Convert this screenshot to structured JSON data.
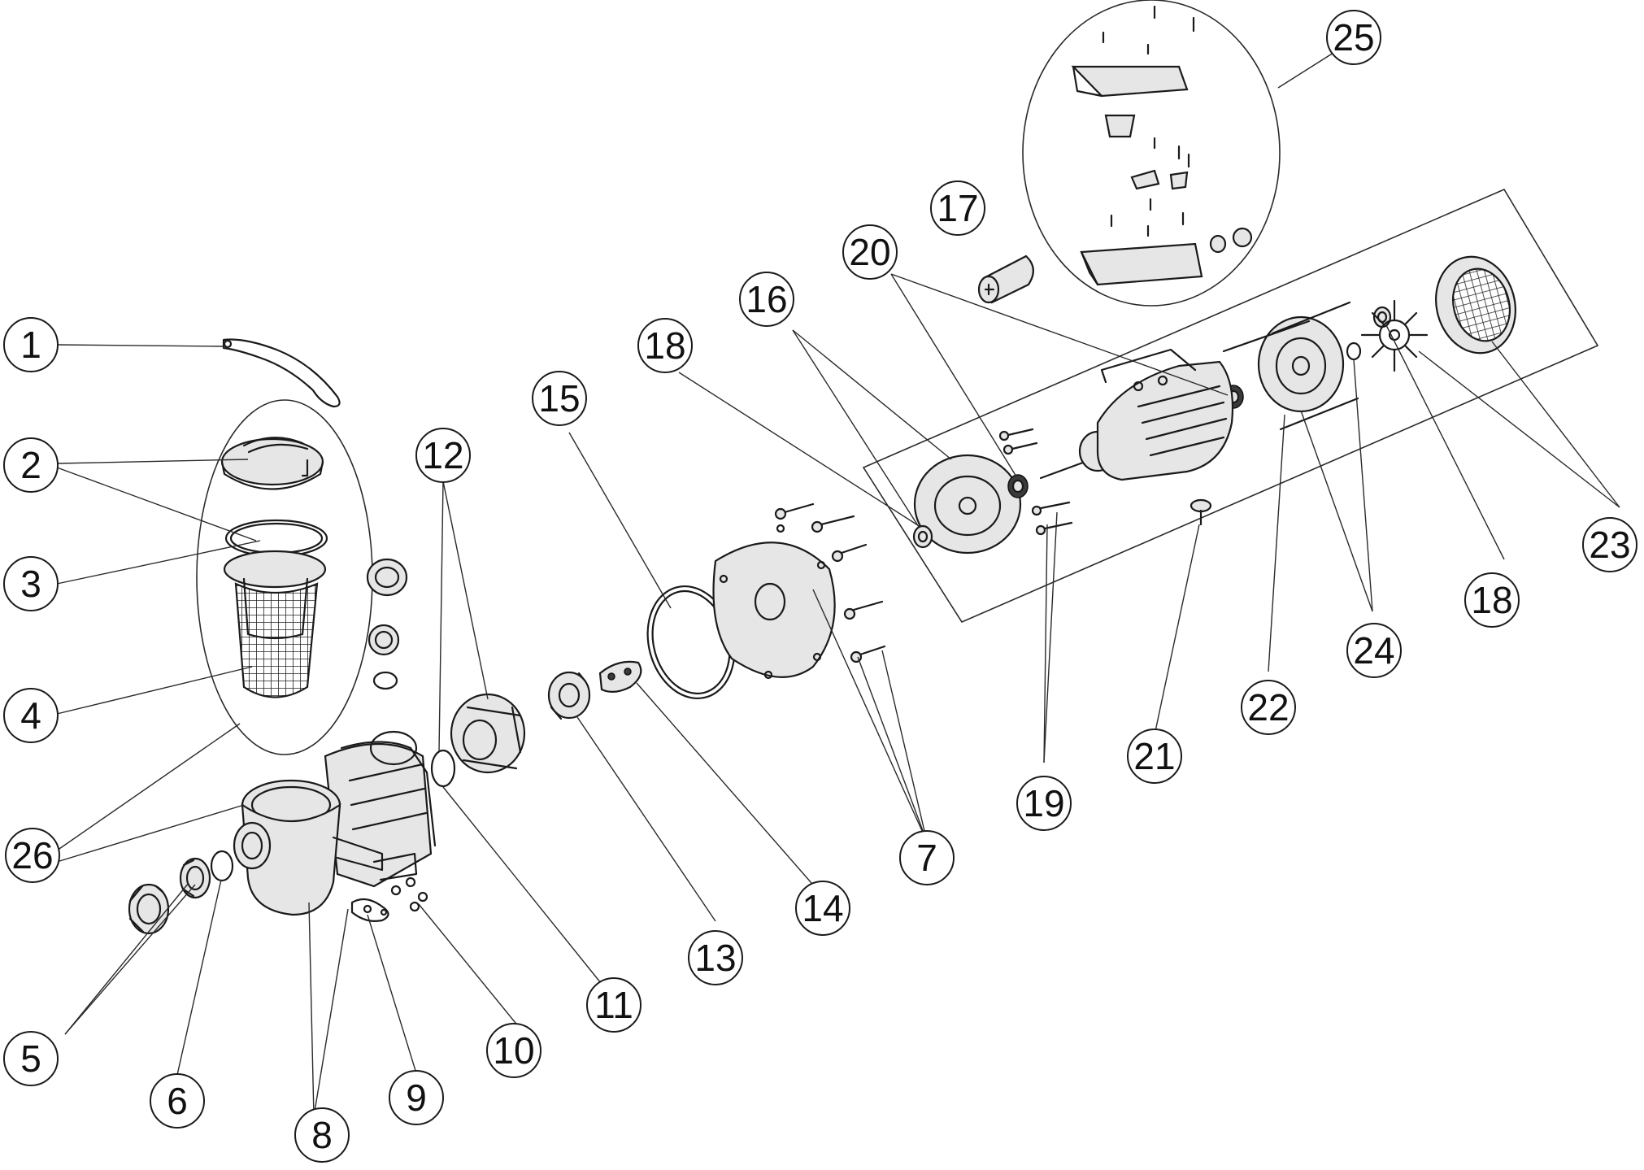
{
  "callouts": [
    {
      "id": "1",
      "label": "1"
    },
    {
      "id": "2",
      "label": "2"
    },
    {
      "id": "3",
      "label": "3"
    },
    {
      "id": "4",
      "label": "4"
    },
    {
      "id": "5",
      "label": "5"
    },
    {
      "id": "6",
      "label": "6"
    },
    {
      "id": "7",
      "label": "7"
    },
    {
      "id": "8",
      "label": "8"
    },
    {
      "id": "9",
      "label": "9"
    },
    {
      "id": "10",
      "label": "10"
    },
    {
      "id": "11",
      "label": "11"
    },
    {
      "id": "12",
      "label": "12"
    },
    {
      "id": "13",
      "label": "13"
    },
    {
      "id": "14",
      "label": "14"
    },
    {
      "id": "15",
      "label": "15"
    },
    {
      "id": "16",
      "label": "16"
    },
    {
      "id": "17",
      "label": "17"
    },
    {
      "id": "18a",
      "label": "18"
    },
    {
      "id": "18b",
      "label": "18"
    },
    {
      "id": "19",
      "label": "19"
    },
    {
      "id": "20",
      "label": "20"
    },
    {
      "id": "21",
      "label": "21"
    },
    {
      "id": "22",
      "label": "22"
    },
    {
      "id": "23",
      "label": "23"
    },
    {
      "id": "24",
      "label": "24"
    },
    {
      "id": "25",
      "label": "25"
    },
    {
      "id": "26",
      "label": "26"
    }
  ]
}
